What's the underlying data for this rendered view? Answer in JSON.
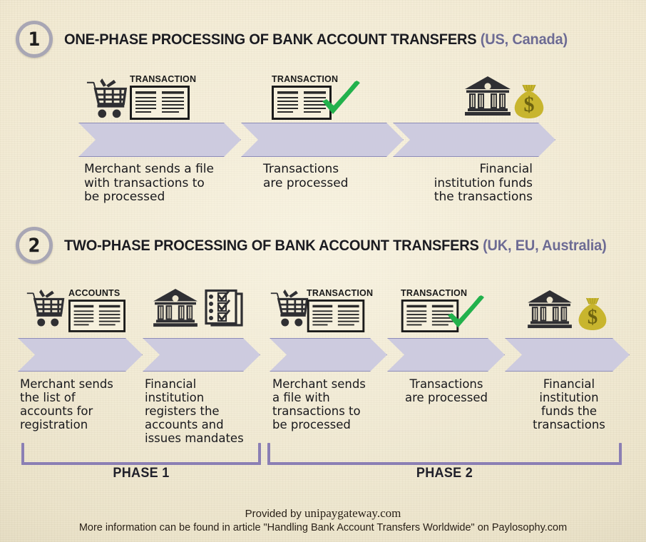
{
  "theme": {
    "background": "#efe7cf",
    "chevron_fill": "#cdcbdf",
    "chevron_border": "#8d8cb8",
    "bracket_color": "#8b7fb4",
    "accent_purple": "#6d6b93",
    "icon_dark": "#2f2f33",
    "money_gold": "#c8b52e",
    "check_green": "#22b14c",
    "badge_ring": "#a8a6b4"
  },
  "sections": [
    {
      "number": "1",
      "title": "ONE-PHASE PROCESSING OF BANK ACCOUNT TRANSFERS",
      "regions": "(US, Canada)",
      "steps": [
        {
          "caption": "Merchant sends a file\nwith transactions to\nbe processed",
          "icons": [
            "shopping-cart-icon",
            "transaction-document-icon"
          ],
          "doc_label": "TRANSACTION"
        },
        {
          "caption": "Transactions\nare processed",
          "icons": [
            "transaction-document-icon",
            "green-check-icon"
          ],
          "doc_label": "TRANSACTION"
        },
        {
          "caption": "Financial\ninstitution funds\nthe transactions",
          "icons": [
            "bank-building-icon",
            "money-bag-icon"
          ],
          "money_symbol": "$"
        }
      ]
    },
    {
      "number": "2",
      "title": "TWO-PHASE PROCESSING OF BANK ACCOUNT TRANSFERS",
      "regions": "(UK, EU, Australia)",
      "steps": [
        {
          "caption": "Merchant sends\nthe list of\naccounts for\nregistration",
          "icons": [
            "shopping-cart-icon",
            "accounts-document-icon"
          ],
          "doc_label": "ACCOUNTS"
        },
        {
          "caption": "Financial\ninstitution\nregisters the\naccounts and\nissues mandates",
          "icons": [
            "bank-building-icon",
            "checklist-clipboard-icon"
          ]
        },
        {
          "caption": "Merchant sends\na file with\ntransactions to\nbe processed",
          "icons": [
            "shopping-cart-icon",
            "transaction-document-icon"
          ],
          "doc_label": "TRANSACTION"
        },
        {
          "caption": "Transactions\nare processed",
          "icons": [
            "transaction-document-icon",
            "green-check-icon"
          ],
          "doc_label": "TRANSACTION"
        },
        {
          "caption": "Financial\ninstitution\nfunds the\ntransactions",
          "icons": [
            "bank-building-icon",
            "money-bag-icon"
          ],
          "money_symbol": "$"
        }
      ],
      "phases": [
        {
          "label": "PHASE 1"
        },
        {
          "label": "PHASE 2"
        }
      ]
    }
  ],
  "footer": {
    "provided_prefix": "Provided by ",
    "provided_site": "unipaygateway.com",
    "note": "More information can be found in article \"Handling Bank Account Transfers Worldwide\" on Paylosophy.com"
  }
}
